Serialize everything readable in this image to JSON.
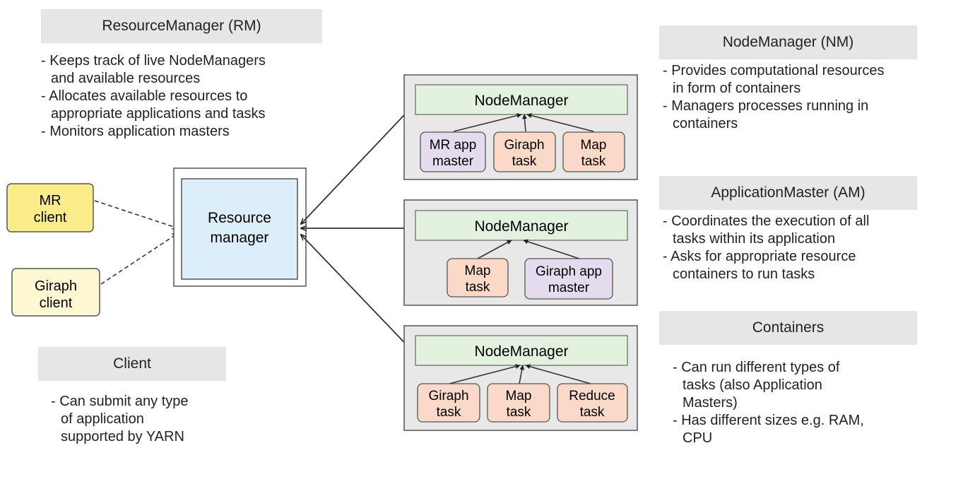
{
  "rm_panel": {
    "header": "ResourceManager (RM)",
    "lines": [
      "- Keeps track of live NodeManagers",
      "and available resources",
      "- Allocates available resources to",
      "appropriate applications and tasks",
      "- Monitors application masters"
    ]
  },
  "nm_panel": {
    "header": "NodeManager (NM)",
    "lines": [
      "- Provides computational resources",
      "in form of containers",
      "- Managers processes running in",
      "containers"
    ]
  },
  "am_panel": {
    "header": "ApplicationMaster (AM)",
    "lines": [
      "- Coordinates the execution of all",
      "tasks within its application",
      "- Asks for appropriate resource",
      "containers to run tasks"
    ]
  },
  "containers_panel": {
    "header": "Containers",
    "lines": [
      "- Can run different types of",
      "tasks (also Application",
      "Masters)",
      "- Has different sizes e.g. RAM,",
      "CPU"
    ]
  },
  "client_panel": {
    "header": "Client",
    "lines": [
      "- Can submit any type",
      "of application",
      "supported by YARN"
    ]
  },
  "diagram": {
    "mr_client": [
      "MR",
      "client"
    ],
    "giraph_client": [
      "Giraph",
      "client"
    ],
    "resource_manager": [
      "Resource",
      "manager"
    ],
    "nodes": [
      {
        "title": "NodeManager",
        "tasks": [
          [
            "MR app",
            "master"
          ],
          [
            "Giraph",
            "task"
          ],
          [
            "Map",
            "task"
          ]
        ]
      },
      {
        "title": "NodeManager",
        "tasks": [
          [
            "Map",
            "task"
          ],
          [
            "Giraph app",
            "master"
          ]
        ]
      },
      {
        "title": "NodeManager",
        "tasks": [
          [
            "Giraph",
            "task"
          ],
          [
            "Map",
            "task"
          ],
          [
            "Reduce",
            "task"
          ]
        ]
      }
    ]
  },
  "colors": {
    "header_bg": "#e6e6e6",
    "mr_client": "#fbec8a",
    "giraph_client": "#fdf8d2",
    "resource_manager": "#dbeefa",
    "nodemanager": "#e3f1df",
    "node_group": "#e8e8e8",
    "master_task": "#e4dcee",
    "task": "#fbd9c8"
  }
}
